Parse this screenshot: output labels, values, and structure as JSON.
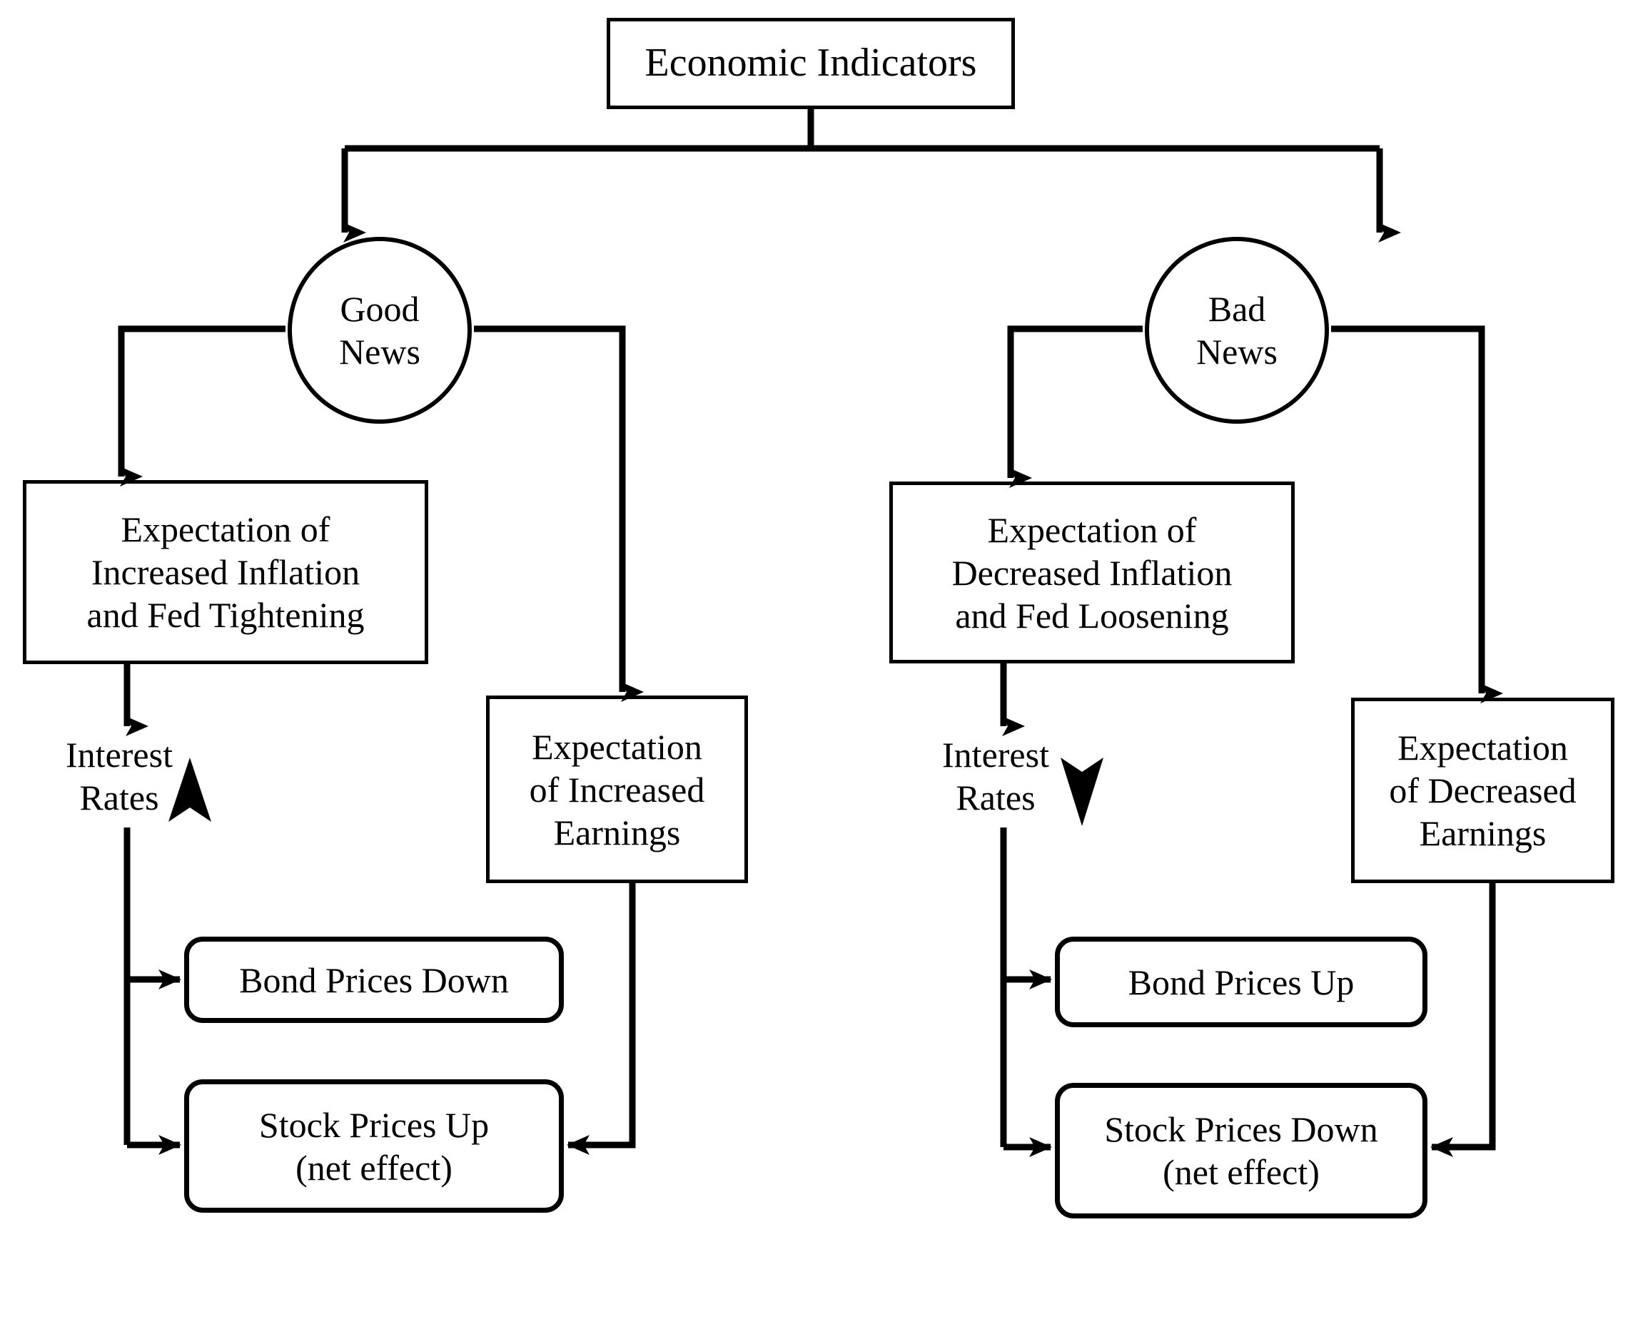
{
  "diagram": {
    "title": "Economic Indicators",
    "nodes": {
      "root": "Economic Indicators",
      "good_news": "Good\nNews",
      "bad_news": "Bad\nNews",
      "expectation_increased_inflation": "Expectation of\nIncreased Inflation\nand Fed Tightening",
      "expectation_decreased_inflation": "Expectation of\nDecreased Inflation\nand Fed Loosening",
      "interest_rates_up": "Interest\nRates",
      "interest_rates_down": "Interest\nRates",
      "expectation_increased_earnings": "Expectation\nof Increased\nEarnings",
      "expectation_decreased_earnings": "Expectation\nof Decreased\nEarnings",
      "bond_prices_down": "Bond Prices Down",
      "bond_prices_up": "Bond Prices Up",
      "stock_prices_up": "Stock Prices Up\n(net effect)",
      "stock_prices_down": "Stock Prices Down\n(net effect)"
    },
    "icons": {
      "up_arrow": "up-arrow-icon",
      "down_arrow": "down-arrow-icon"
    },
    "colors": {
      "stroke": "#000000",
      "background": "#ffffff",
      "text": "#000000"
    },
    "edges": [
      {
        "from": "root",
        "to": "good_news"
      },
      {
        "from": "root",
        "to": "bad_news"
      },
      {
        "from": "good_news",
        "to": "expectation_increased_inflation"
      },
      {
        "from": "good_news",
        "to": "expectation_increased_earnings"
      },
      {
        "from": "expectation_increased_inflation",
        "to": "interest_rates_up"
      },
      {
        "from": "interest_rates_up",
        "to": "bond_prices_down"
      },
      {
        "from": "interest_rates_up",
        "to": "stock_prices_up"
      },
      {
        "from": "expectation_increased_earnings",
        "to": "stock_prices_up"
      },
      {
        "from": "bad_news",
        "to": "expectation_decreased_inflation"
      },
      {
        "from": "bad_news",
        "to": "expectation_decreased_earnings"
      },
      {
        "from": "expectation_decreased_inflation",
        "to": "interest_rates_down"
      },
      {
        "from": "interest_rates_down",
        "to": "bond_prices_up"
      },
      {
        "from": "interest_rates_down",
        "to": "stock_prices_down"
      },
      {
        "from": "expectation_decreased_earnings",
        "to": "stock_prices_down"
      }
    ]
  }
}
